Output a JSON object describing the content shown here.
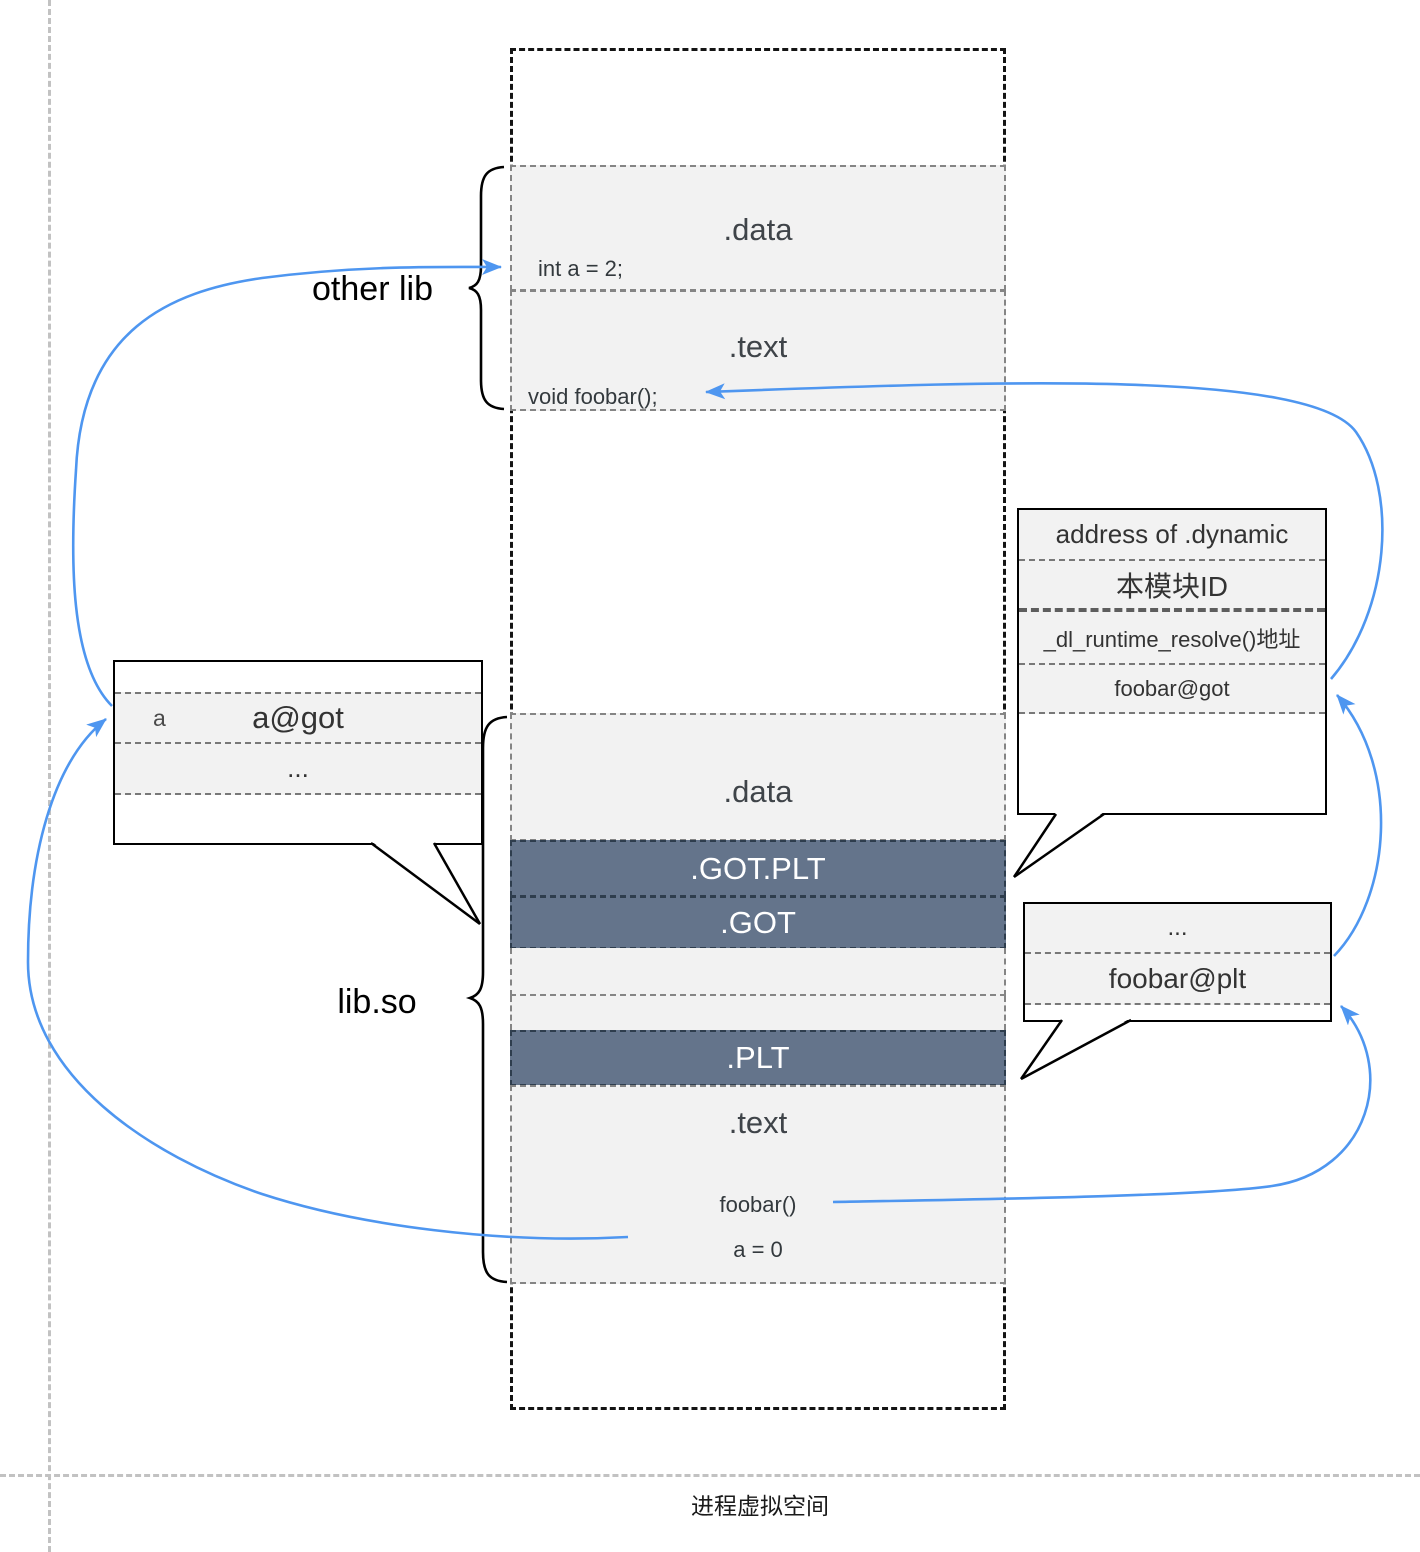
{
  "page": {
    "bottom_label": "进程虚拟空间"
  },
  "other_lib": {
    "label": "other lib",
    "data_section": {
      "title": ".data",
      "code": "int a = 2;"
    },
    "text_section": {
      "title": ".text",
      "code": "void foobar();"
    }
  },
  "lib_so": {
    "label": "lib.so",
    "data_section": {
      "title": ".data"
    },
    "got_plt_section": {
      "title": ".GOT.PLT"
    },
    "got_section": {
      "title": ".GOT"
    },
    "plt_section": {
      "title": ".PLT"
    },
    "text_section": {
      "title": ".text",
      "func": "foobar()",
      "assign": "a = 0"
    }
  },
  "dynamic_callout": {
    "rows": [
      "address of .dynamic",
      "本模块ID",
      "_dl_runtime_resolve()地址",
      "foobar@got"
    ]
  },
  "plt_callout": {
    "rows": [
      "...",
      "foobar@plt"
    ]
  },
  "a_callout": {
    "marker": "a",
    "rows": [
      "a@got",
      "..."
    ]
  },
  "colors": {
    "arrow_blue": "#4e96f0",
    "section_dark": "#64748b",
    "section_light": "#f2f2f2"
  }
}
